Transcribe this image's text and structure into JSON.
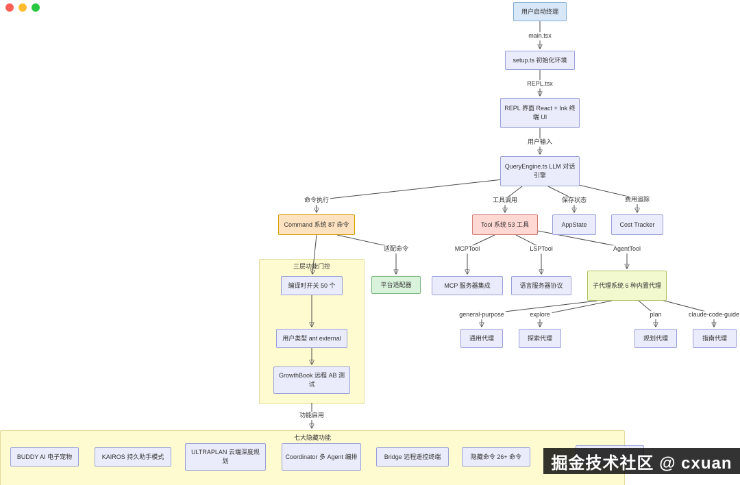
{
  "window": {
    "controls": {
      "close": "#ff5f57",
      "minimize": "#febc2e",
      "zoom": "#28c840"
    }
  },
  "watermark": {
    "text": "掘金技术社区 @ cxuan"
  },
  "diagram": {
    "nodes": {
      "start": {
        "label": "用户启动终端"
      },
      "setup": {
        "label": "setup.ts 初始化环境"
      },
      "repl_ui": {
        "label": "REPL 界面 React + Ink 终端 UI"
      },
      "query_engine": {
        "label": "QueryEngine.ts LLM 对话引擎"
      },
      "command_system": {
        "label": "Command 系统 87 命令"
      },
      "tool_system": {
        "label": "Tool 系统 53 工具"
      },
      "app_state": {
        "label": "AppState"
      },
      "cost_tracker": {
        "label": "Cost Tracker"
      },
      "platform_adapter": {
        "label": "平台适配器"
      },
      "mcp_integration": {
        "label": "MCP 服务器集成"
      },
      "lsp_protocol": {
        "label": "语言服务器协议"
      },
      "subagent_system": {
        "label": "子代理系统 6 种内置代理"
      },
      "compile_switch": {
        "label": "编译时开关 50 个"
      },
      "user_type": {
        "label": "用户类型 ant external"
      },
      "growthbook": {
        "label": "GrowthBook 远程 AB 测试"
      },
      "general_agent": {
        "label": "通用代理"
      },
      "explore_agent": {
        "label": "探索代理"
      },
      "plan_agent": {
        "label": "规划代理"
      },
      "guide_agent": {
        "label": "指南代理"
      },
      "buddy": {
        "label": "BUDDY AI 电子宠物"
      },
      "kairos": {
        "label": "KAIROS 持久助手模式"
      },
      "ultraplan": {
        "label": "ULTRAPLAN 云端深度规划"
      },
      "coordinator": {
        "label": "Coordinator 多 Agent 编排"
      },
      "bridge": {
        "label": "Bridge 远程遥控终端"
      },
      "hidden_commands": {
        "label": "隐藏命令 26+ 命令"
      },
      "obscured": {
        "label": ""
      }
    },
    "subgraphs": {
      "feature_gate": {
        "title": "三层功能门控"
      },
      "hidden_features": {
        "title": "七大隐藏功能"
      }
    },
    "edge_labels": {
      "main_tsx": "main.tsx",
      "repl_tsx": "REPL.tsx",
      "user_input": "用户输入",
      "cmd_exec": "命令执行",
      "tool_call": "工具调用",
      "save_state": "保存状态",
      "cost_track": "费用追踪",
      "adapt_cmd": "适配命令",
      "mcp_tool": "MCPTool",
      "lsp_tool": "LSPTool",
      "agent_tool": "AgentTool",
      "general_purpose": "general-purpose",
      "explore": "explore",
      "plan": "plan",
      "claude_code_guide": "claude-code-guide",
      "feature_enable": "功能启用"
    },
    "colors": {
      "default_node": "#ebecfb",
      "start_node": "#d9e8f8",
      "command_node": "#ffe3c0",
      "tool_node": "#ffd8d4",
      "adapter_node": "#d9f2dc",
      "agent_node": "#f2f9cf",
      "subgraph_bg": "#fffbd1",
      "edge": "#4a4a4a",
      "watermark_bg": "#141414",
      "watermark_text": "#ffffff"
    }
  }
}
